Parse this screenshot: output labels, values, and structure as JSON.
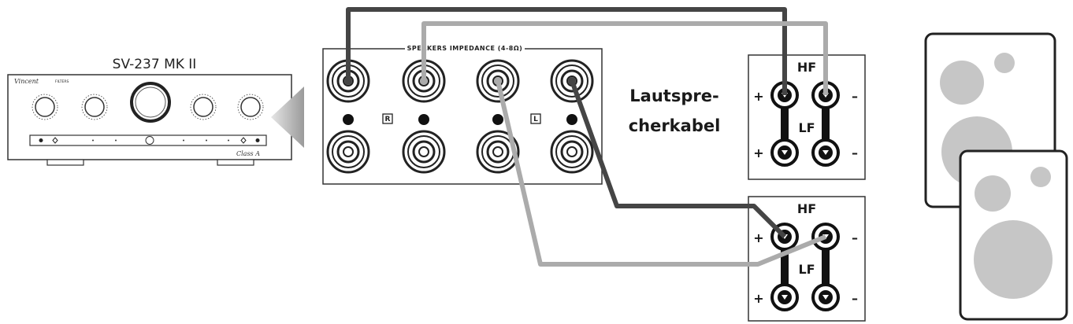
{
  "amplifier": {
    "model": "SV-237 MK II",
    "brand": "Vincent",
    "series": "FILTERS",
    "badge": "Class A"
  },
  "speaker_panel": {
    "title": "SPEAKERS IMPEDANCE (4-8Ω)",
    "right_channel": "R",
    "left_channel": "L"
  },
  "cable_label": {
    "line1": "Lautspre-",
    "line2": "cherkabel"
  },
  "speaker_terminals": {
    "high_freq": "HF",
    "low_freq": "LF",
    "plus": "+",
    "minus": "–"
  },
  "colors": {
    "dark_cable": "#454545",
    "light_cable": "#ababab",
    "speaker_fill": "#c6c6c6",
    "panel_stroke": "#333333"
  }
}
